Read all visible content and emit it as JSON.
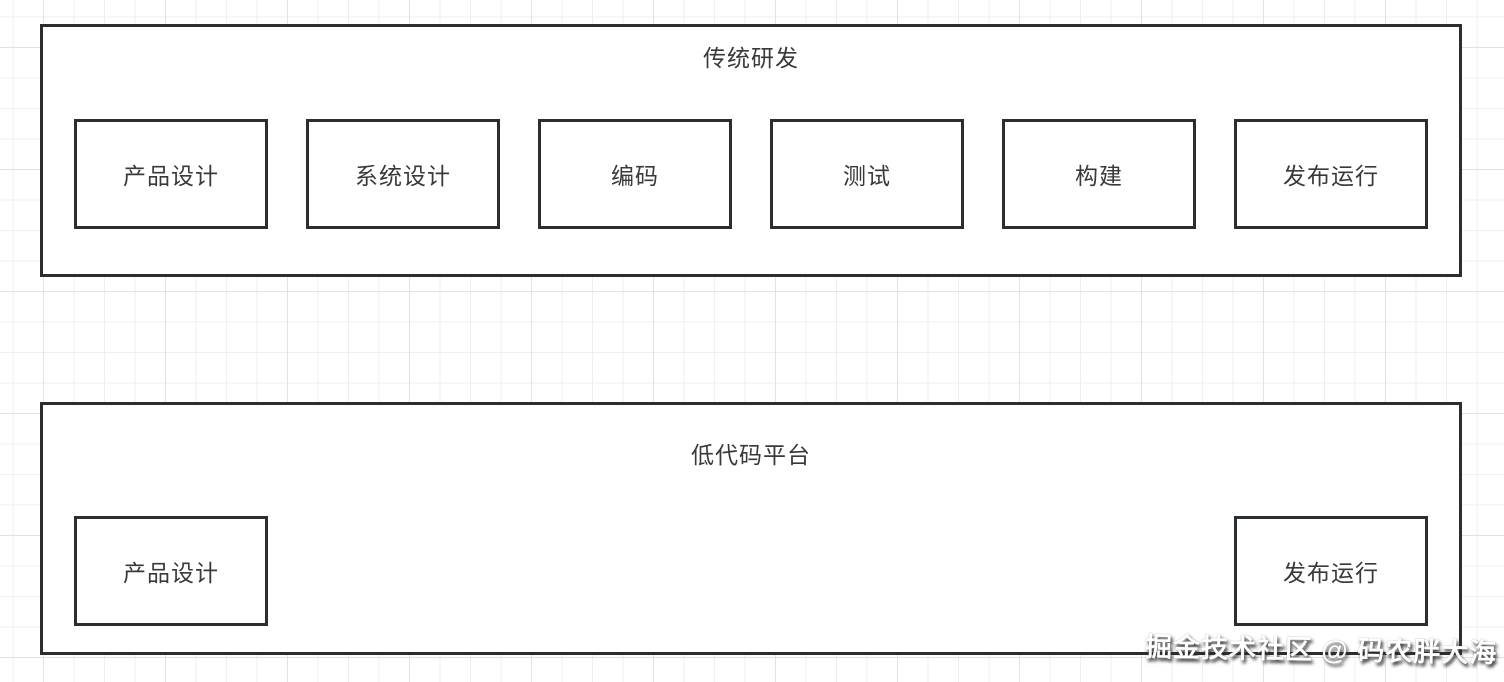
{
  "colors": {
    "border": "#2b2e31",
    "text": "#38393b",
    "grid_minor": "#efeff2",
    "grid_major": "#e2e2e6",
    "panel_fill": "#ffffff",
    "watermark_text": "#ffffff"
  },
  "sections": [
    {
      "title": "传统研发",
      "boxes": [
        "产品设计",
        "系统设计",
        "编码",
        "测试",
        "构建",
        "发布运行"
      ]
    },
    {
      "title": "低代码平台",
      "boxes": [
        "产品设计",
        "发布运行"
      ]
    }
  ],
  "watermark": "掘金技术社区 @ 码农胖大海"
}
